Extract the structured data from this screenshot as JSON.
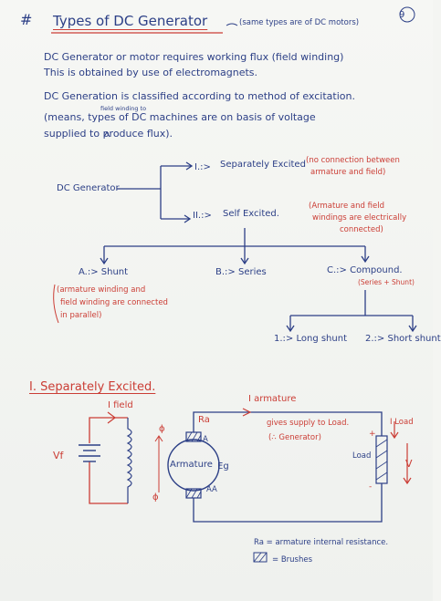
{
  "header": {
    "hash": "#",
    "title": "Types of DC Generator",
    "note": "(same types are of DC motors)",
    "page_no": "9"
  },
  "intro": {
    "line1": "DC Generator or motor requires working flux (field winding)",
    "line2": "This is obtained by use of electromagnets.",
    "line3": "DC Generation is classified according to method of excitation.",
    "line4": "(means, types of DC machines are on basis of voltage",
    "line4_insert": "field winding to",
    "line5": "supplied to produce flux)."
  },
  "tree": {
    "root": "DC Generator",
    "branch1_num": "I.:>",
    "branch1": "Separately Excited",
    "branch1_note_l1": "(no connection between",
    "branch1_note_l2": "armature and field)",
    "branch2_num": "II.:>",
    "branch2": "Self Excited.",
    "branch2_note_l1": "(Armature and field",
    "branch2_note_l2": "windings are electrically",
    "branch2_note_l3": "connected)",
    "sub_a": "A.:> Shunt",
    "sub_a_note_l1": "(armature winding and",
    "sub_a_note_l2": "field winding are connected",
    "sub_a_note_l3": "in parallel)",
    "sub_b": "B.:> Series",
    "sub_c": "C.:> Compound.",
    "sub_c_note": "(Series + Shunt)",
    "sub_c1": "1.:> Long shunt",
    "sub_c2": "2.:> Short shunt"
  },
  "section": {
    "title": "I. Separately Excited."
  },
  "circuit": {
    "ifield": "I field",
    "vf": "Vf",
    "phi": "ϕ",
    "ra": "Ra",
    "a": "A",
    "aa": "AA",
    "armature": "Armature",
    "eg": "Eg",
    "iarmature": "I armature",
    "supply_l1": "gives supply to Load.",
    "supply_l2": "(∴ Generator)",
    "iload": "I Load",
    "load": "Load",
    "v": "V",
    "legend_ra": "Ra = armature internal resistance.",
    "legend_brush": "= Brushes"
  }
}
